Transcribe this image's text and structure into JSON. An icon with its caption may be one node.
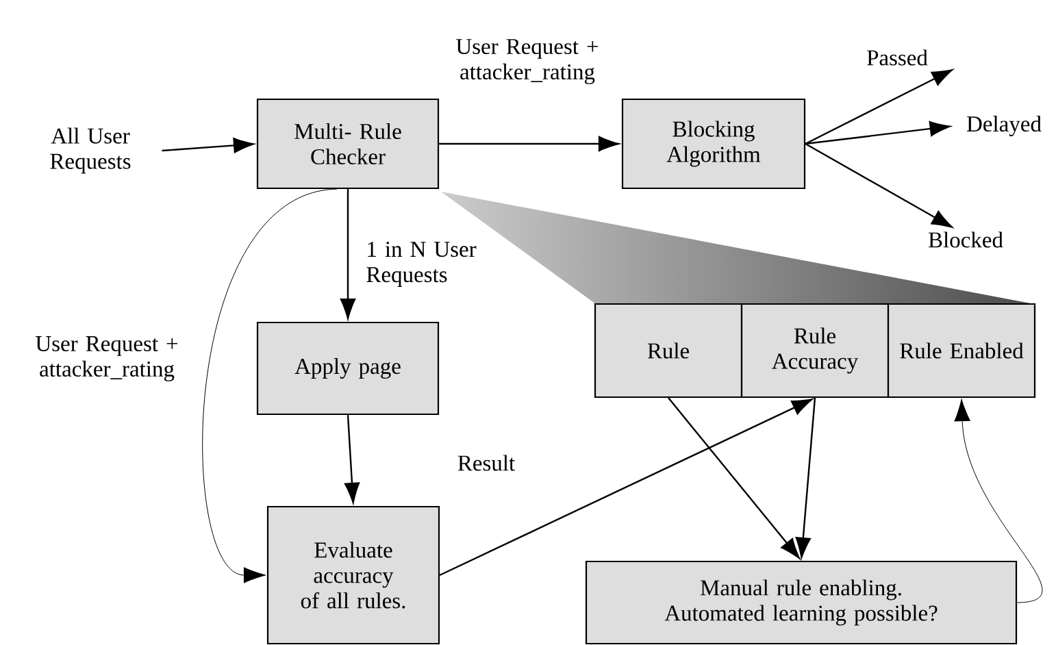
{
  "diagram": {
    "nodes": [
      {
        "text": [
          "All User Requests"
        ]
      },
      {
        "text": [
          "Multi- Rule Checker"
        ]
      },
      {
        "text": [
          "Blocking Algorithm"
        ]
      },
      {
        "text": [
          "Passed"
        ]
      },
      {
        "text": [
          "Delayed"
        ]
      },
      {
        "text": [
          "Blocked"
        ]
      },
      {
        "text": [
          "Apply page"
        ]
      },
      {
        "text": [
          "Evaluate accuracy of all rules."
        ]
      },
      {
        "text": [
          "Rule"
        ]
      },
      {
        "text": [
          "Rule Accuracy"
        ]
      },
      {
        "text": [
          "Rule Enabled"
        ]
      },
      {
        "text": [
          "Manual rule enabling. Automated learning possible?"
        ]
      }
    ],
    "edges": [
      {
        "from": 0,
        "to": 1,
        "arrow": "to"
      },
      {
        "from": 1,
        "to": 2,
        "arrow": "to",
        "label": "User Request + attacker_rating"
      },
      {
        "from": 2,
        "to": 3,
        "arrow": "to"
      },
      {
        "from": 2,
        "to": 4,
        "arrow": "to"
      },
      {
        "from": 2,
        "to": 5,
        "arrow": "to"
      },
      {
        "from": 1,
        "to": 6,
        "arrow": "to",
        "label": "1 in N User Requests"
      },
      {
        "from": 1,
        "to": 7,
        "arrow": "to",
        "label": "User Request + attacker_rating"
      },
      {
        "from": 6,
        "to": 7,
        "arrow": "to",
        "label": "Result"
      },
      {
        "from": 7,
        "to": 9,
        "arrow": "to"
      },
      {
        "from": 8,
        "to": 11,
        "arrow": "to"
      },
      {
        "from": 9,
        "to": 11,
        "arrow": "to"
      },
      {
        "from": 11,
        "to": 10,
        "arrow": "to"
      }
    ]
  }
}
